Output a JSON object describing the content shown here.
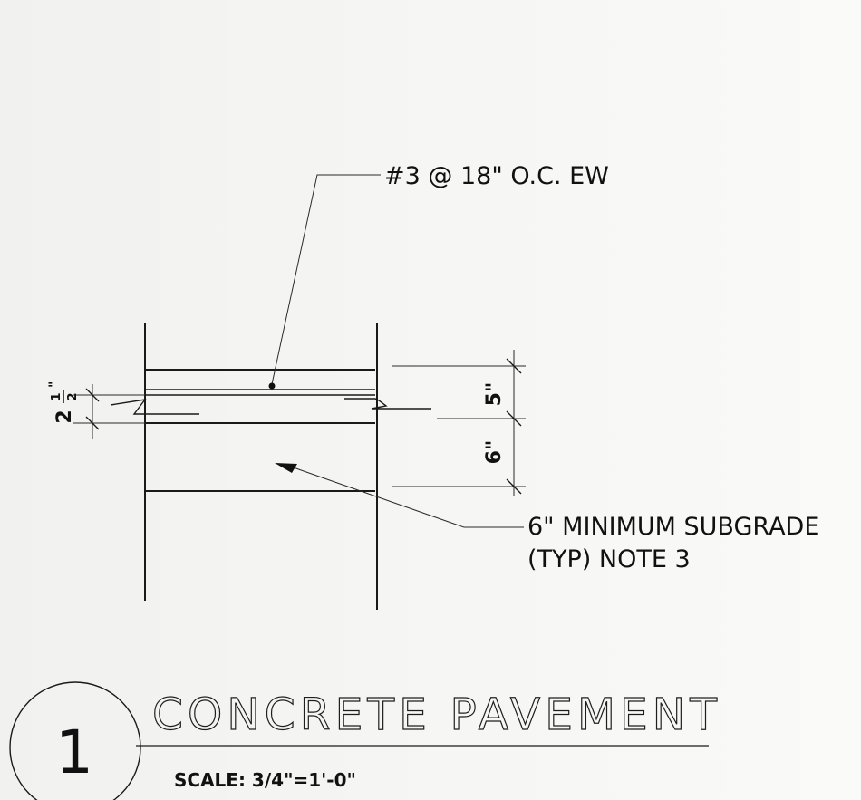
{
  "callouts": {
    "rebar": "#3 @ 18\" O.C. EW",
    "subgrade_line1": "6\" MINIMUM SUBGRADE",
    "subgrade_line2": "(TYP) NOTE 3"
  },
  "dimensions": {
    "slab_thickness": "5\"",
    "subgrade_thickness": "6\"",
    "rebar_cover_whole": "2",
    "rebar_cover_num": "1",
    "rebar_cover_den": "2",
    "rebar_cover_inch": "\""
  },
  "title_block": {
    "detail_number": "1",
    "title": "CONCRETE PAVEMENT",
    "scale": "SCALE: 3/4\"=1'-0\""
  }
}
